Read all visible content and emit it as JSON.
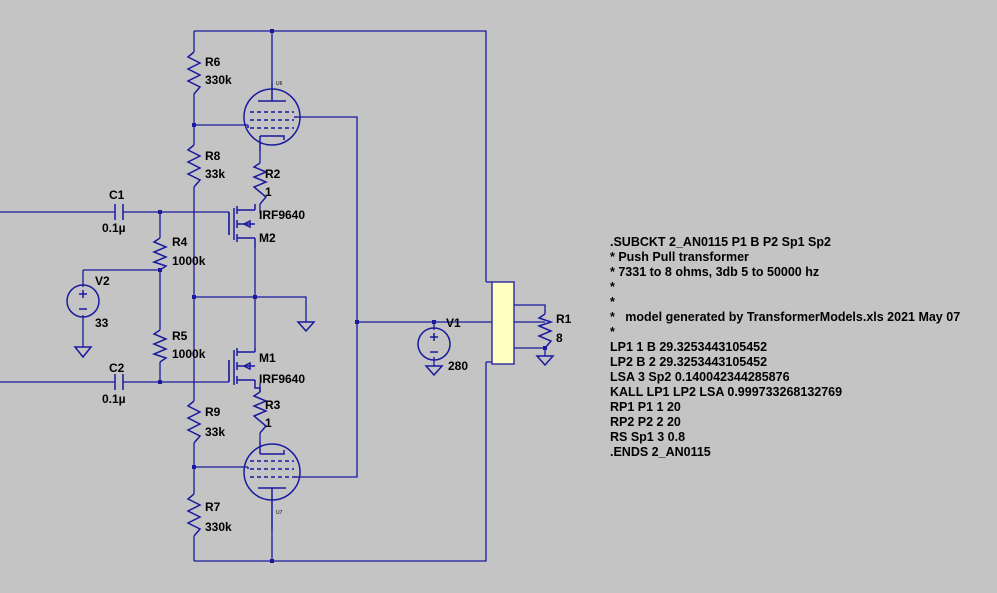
{
  "components": {
    "R6": {
      "name": "R6",
      "value": "330k"
    },
    "R8": {
      "name": "R8",
      "value": "33k"
    },
    "R2": {
      "name": "R2",
      "value": "1"
    },
    "R4": {
      "name": "R4",
      "value": "1000k"
    },
    "R5": {
      "name": "R5",
      "value": "1000k"
    },
    "R3": {
      "name": "R3",
      "value": "1"
    },
    "R9": {
      "name": "R9",
      "value": "33k"
    },
    "R7": {
      "name": "R7",
      "value": "330k"
    },
    "R1": {
      "name": "R1",
      "value": "8"
    },
    "C1": {
      "name": "C1",
      "value": "0.1µ"
    },
    "C2": {
      "name": "C2",
      "value": "0.1µ"
    },
    "V1": {
      "name": "V1",
      "value": "280"
    },
    "V2": {
      "name": "V2",
      "value": "33"
    },
    "M1": {
      "name": "M1",
      "value": "IRF9640"
    },
    "M2": {
      "name": "M2",
      "value": "IRF9640"
    },
    "U6": {
      "name": "U6"
    },
    "U7": {
      "name": "U7"
    }
  },
  "netlist_lines": [
    ".SUBCKT 2_AN0115 P1 B P2 Sp1 Sp2",
    "* Push Pull transformer",
    "* 7331 to 8 ohms, 3db 5 to 50000 hz",
    "*",
    "*",
    "*   model generated by TransformerModels.xls 2021 May 07",
    "*",
    "LP1 1 B 29.3253443105452",
    "LP2 B 2 29.3253443105452",
    "LSA 3 Sp2 0.140042344285876",
    "KALL LP1 LP2 LSA 0.999733268132769",
    "RP1 P1 1 20",
    "RP2 P2 2 20",
    "RS Sp1 3 0.8",
    ".ENDS 2_AN0115"
  ],
  "colors": {
    "background": "#c4c4c4",
    "wire": "#1a1a9e",
    "transformer": "#ffffc0"
  }
}
